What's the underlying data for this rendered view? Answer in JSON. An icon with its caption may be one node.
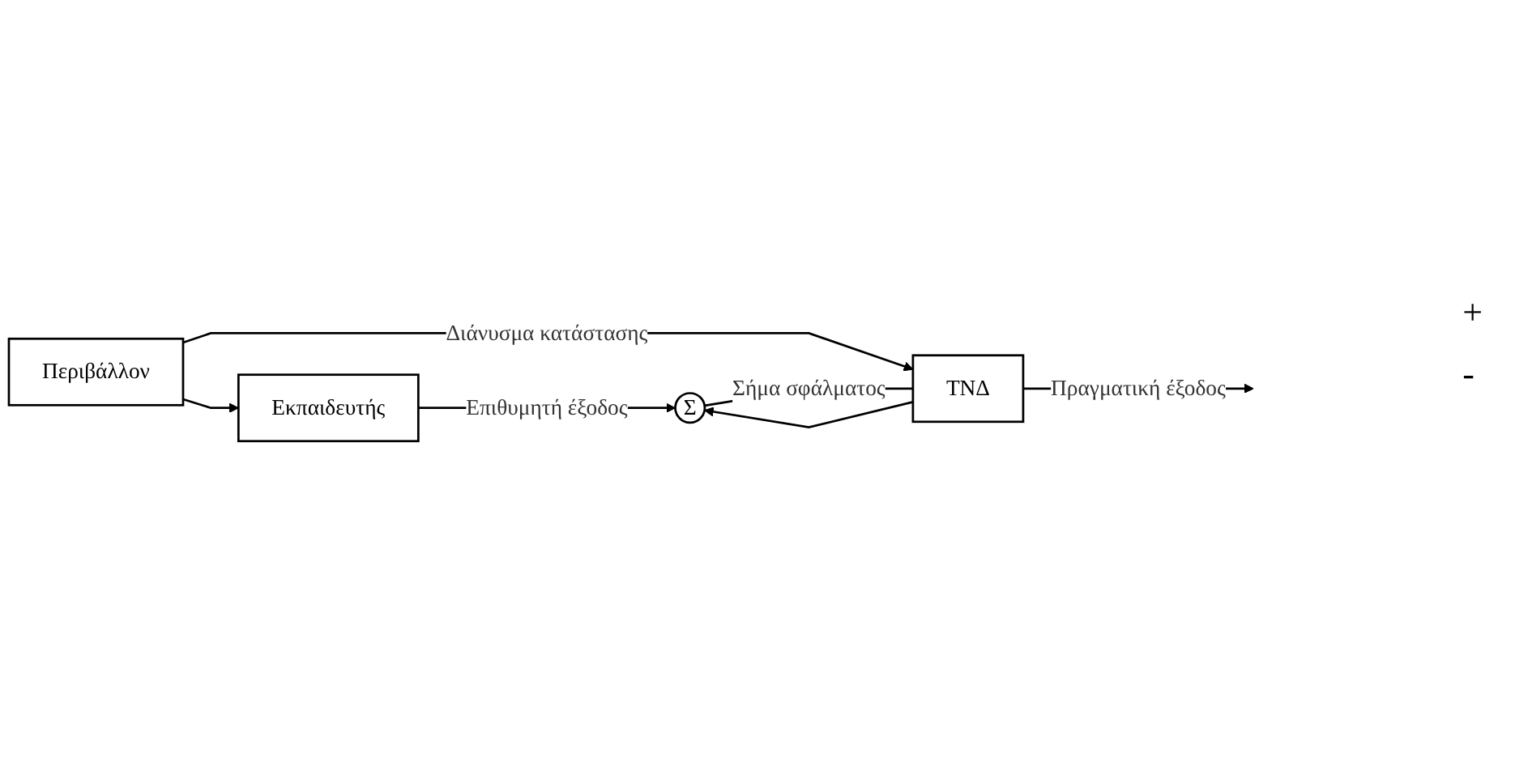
{
  "diagram": {
    "nodes": [
      {
        "text": [
          "Περιβάλλον"
        ]
      },
      {
        "text": [
          "Εκπαιδευτής"
        ]
      },
      {
        "text": [
          "ΤΝΔ"
        ]
      },
      {
        "text": [
          "Σ"
        ]
      }
    ],
    "edges": [
      {
        "from": 0,
        "to": 1,
        "arrow": "to"
      },
      {
        "from": 0,
        "to": 2,
        "label": "Διάνυσμα κατάστασης",
        "arrow": "to"
      },
      {
        "from": 1,
        "to": 3,
        "label": "Επιθυμητή έξοδος",
        "arrow": "to"
      },
      {
        "from": 2,
        "to": 3,
        "arrow": "to"
      },
      {
        "from": 2,
        "to": null,
        "label": "Πραγματική έξοδος",
        "arrow": "to"
      },
      {
        "from": 3,
        "to": 2,
        "label": "Σήμα σφάλματος",
        "arrow": "none"
      }
    ],
    "labels": [
      "+",
      "-"
    ]
  }
}
